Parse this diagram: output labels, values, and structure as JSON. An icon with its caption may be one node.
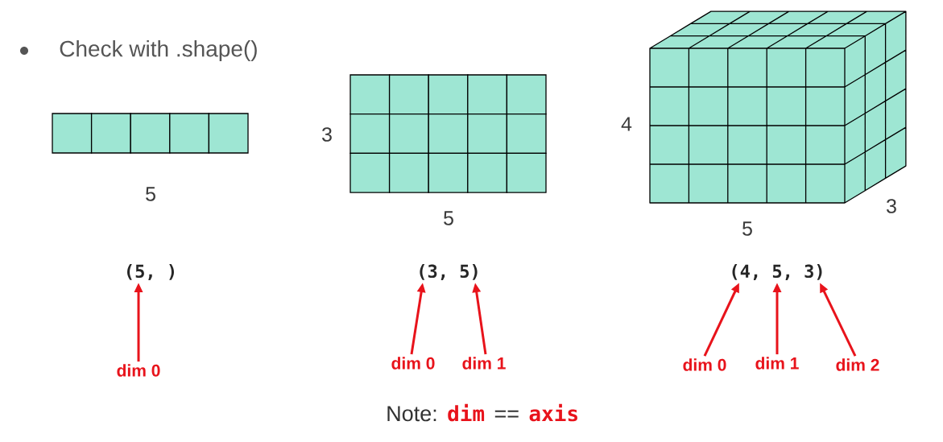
{
  "diagram": {
    "nodes": [
      {
        "text": [
          "(5, )"
        ]
      },
      {
        "text": [
          "(3, 5)"
        ]
      },
      {
        "text": [
          "(4, 5, 3)"
        ]
      },
      {
        "text": [
          "dim 0"
        ]
      },
      {
        "text": [
          "dim 0"
        ]
      },
      {
        "text": [
          "dim 1"
        ]
      },
      {
        "text": [
          "dim 0"
        ]
      },
      {
        "text": [
          "dim 1"
        ]
      },
      {
        "text": [
          "dim 2"
        ]
      }
    ],
    "edges": [
      {
        "from": 3,
        "to": 0,
        "arrow": "to"
      },
      {
        "from": 4,
        "to": 1,
        "arrow": "to"
      },
      {
        "from": 5,
        "to": 1,
        "arrow": "to"
      },
      {
        "from": 6,
        "to": 2,
        "arrow": "to"
      },
      {
        "from": 7,
        "to": 2,
        "arrow": "to"
      },
      {
        "from": 8,
        "to": 2,
        "arrow": "to"
      }
    ],
    "labels": [
      "Check with .shape()",
      "5",
      "3",
      "5",
      "4",
      "5",
      "3",
      "Note:",
      "dim",
      "==",
      "axis"
    ]
  }
}
